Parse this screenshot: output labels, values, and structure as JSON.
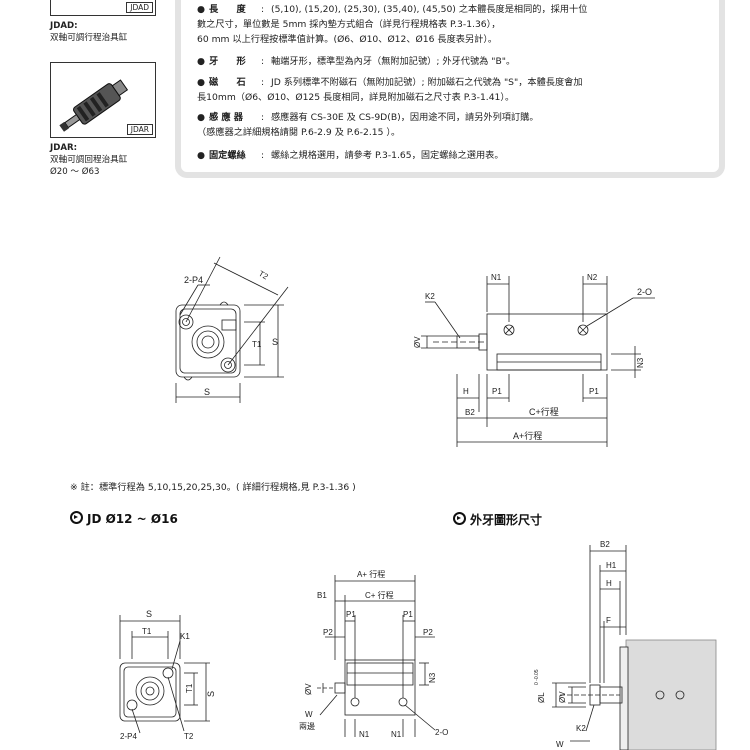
{
  "left_panel": {
    "thumbs": [
      {
        "tag": "JDAD",
        "title": "JDAD:",
        "desc": "双軸可調行程治具缸",
        "range": ""
      },
      {
        "tag": "JDAR",
        "title": "JDAR:",
        "desc": "双軸可調回程治具缸",
        "range": "Ø20 ～ Ø63"
      }
    ]
  },
  "spec": {
    "rows": [
      {
        "bullet": "●",
        "key": "長　　度",
        "text": "(5,10), (15,20), (25,30), (35,40), (45,50) 之本體長度是相同的，採用十位",
        "cont": [
          "數之尺寸，單位數是 5mm 採內墊方式組合（詳見行程規格表 P.3-1.36），",
          "60 mm 以上行程按標準值計算。(Ø6、Ø10、Ø12、Ø16 長度表另計）。"
        ]
      },
      {
        "bullet": "●",
        "key": "牙　　形",
        "text": "軸端牙形，標準型為內牙（無附加記號）; 外牙代號為 \"B\"。",
        "cont": []
      },
      {
        "bullet": "●",
        "key": "磁　　石",
        "text": "JD 系列標準不附磁石（無附加記號）; 附加磁石之代號為 \"S\"，本體長度會加",
        "cont": [
          "長10mm（Ø6、Ø10、Ø125 長度相同，詳見附加磁石之尺寸表 P.3-1.41）。"
        ]
      },
      {
        "bullet": "●",
        "key": "感 應 器",
        "text": "感應器有 CS-30E 及 CS-9D(B)，因用途不同，請另外列項訂購。",
        "cont": [
          "（感應器之詳細規格請閱 P.6-2.9 及 P.6-2.15 ）。"
        ]
      },
      {
        "bullet": "●",
        "key": "固定螺絲",
        "text": "螺絲之規格選用，請參考 P.3-1.65，固定螺絲之選用表。",
        "cont": []
      }
    ]
  },
  "top_front": {
    "labels": {
      "p4": "2-P4",
      "t2": "T2",
      "t1": "T1",
      "s_side": "S",
      "s_bottom": "S"
    }
  },
  "top_side": {
    "labels": {
      "n1": "N1",
      "n2": "N2",
      "o": "2-O",
      "k2": "K2",
      "v": "ØV",
      "n3": "N3",
      "h": "H",
      "p1a": "P1",
      "p1b": "P1",
      "b2": "B2",
      "c": "C+行程",
      "a": "A+行程"
    }
  },
  "note": "※ 註：標準行程為 5,10,15,20,25,30。( 詳細行程規格,見 P.3-1.36 )",
  "section_left": "JD Ø12 ~ Ø16",
  "section_right": "外牙圖形尺寸",
  "bottom_front": {
    "labels": {
      "s": "S",
      "t1": "T1",
      "k1": "K1",
      "t1v": "T1",
      "sv": "S",
      "p4": "2-P4",
      "t2": "T2"
    }
  },
  "bottom_side": {
    "labels": {
      "a": "A+ 行程",
      "b1": "B1",
      "c": "C+ 行程",
      "p1a": "P1",
      "p1b": "P1",
      "p2a": "P2",
      "p2b": "P2",
      "v": "ØV",
      "n3": "N3",
      "w": "W",
      "flat": "兩邊",
      "n1a": "N1",
      "n1b": "N1",
      "o": "2-O"
    }
  },
  "ext_thread": {
    "labels": {
      "b2": "B2",
      "h1": "H1",
      "h": "H",
      "f": "F",
      "l": "ØL",
      "tol": "0\n-0.05",
      "v": "ØV",
      "k2": "K2",
      "w": "W"
    }
  }
}
